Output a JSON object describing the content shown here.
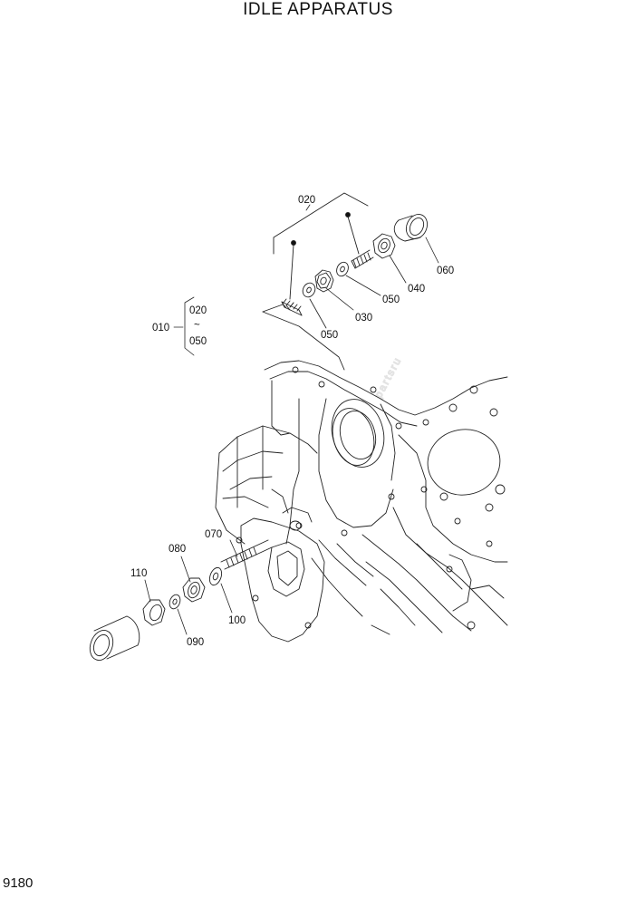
{
  "title": "IDLE APPARATUS",
  "page_number": "9180",
  "callouts": {
    "c010": "010",
    "c010_from": "020",
    "c010_tilde": "~",
    "c010_to": "050",
    "c020": "020",
    "c030": "030",
    "c040": "040",
    "c050a": "050",
    "c050b": "050",
    "c060": "060",
    "c070": "070",
    "c080": "080",
    "c090": "090",
    "c100": "100",
    "c110": "110"
  }
}
